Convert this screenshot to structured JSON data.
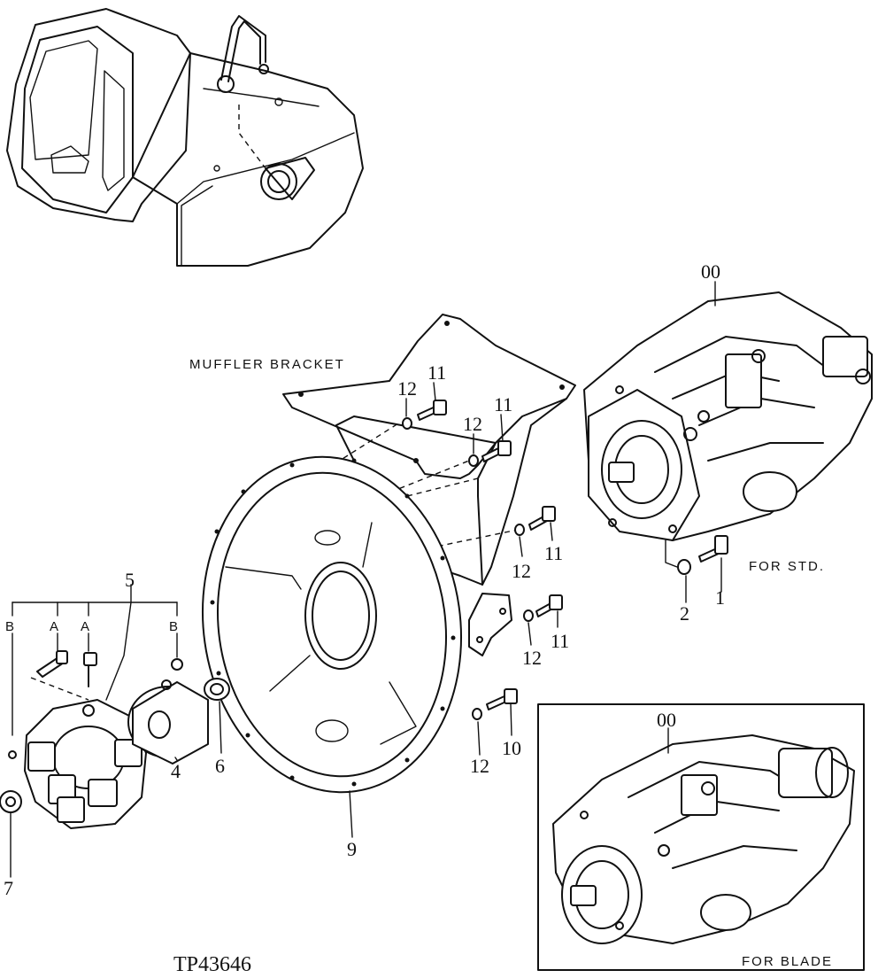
{
  "figure_code": "TP43646",
  "notes": {
    "muffler_bracket": "MUFFLER  BRACKET",
    "for_std": "FOR STD.",
    "for_blade": "FOR BLADE"
  },
  "callouts": {
    "pump_std": "00",
    "pump_blade": "00",
    "bolt_1": "1",
    "washer_2": "2",
    "coupling_4": "4",
    "coupling_5": "5",
    "seal_6": "6",
    "bearing_7": "7",
    "housing_9": "9",
    "bolt_10": "10",
    "bolt_11_a": "11",
    "bolt_11_b": "11",
    "bolt_11_c": "11",
    "bolt_11_d": "11",
    "washer_12_a": "12",
    "washer_12_b": "12",
    "washer_12_c": "12",
    "washer_12_d": "12",
    "washer_12_e": "12",
    "ref_a_1": "A",
    "ref_a_2": "A",
    "ref_b_1": "B",
    "ref_b_2": "B"
  }
}
